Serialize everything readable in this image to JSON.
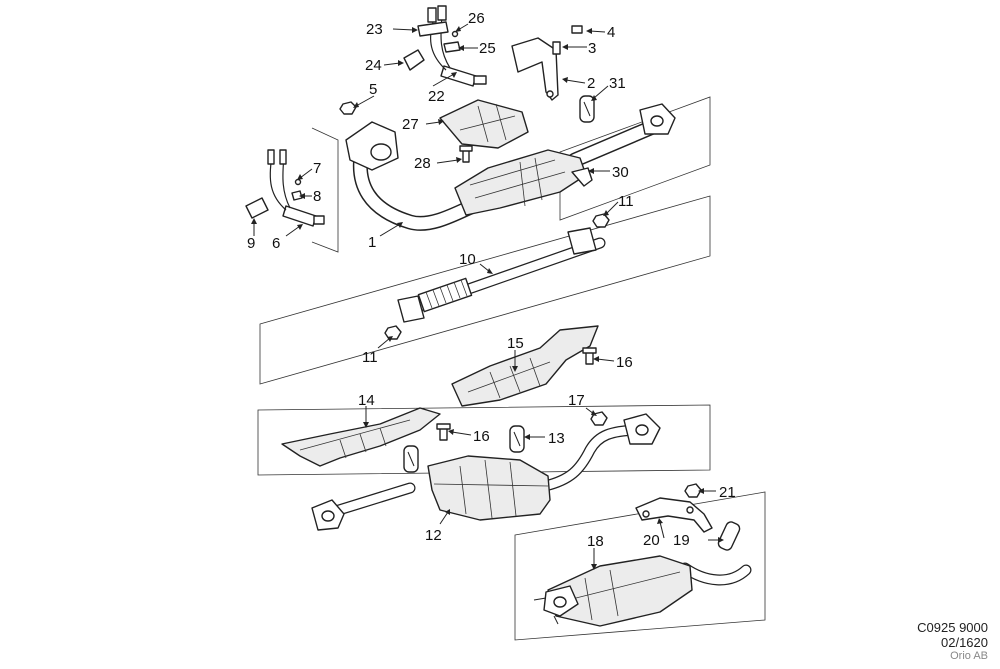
{
  "diagram": {
    "callouts": [
      "1",
      "2",
      "3",
      "4",
      "5",
      "6",
      "7",
      "8",
      "9",
      "10",
      "11",
      "11",
      "12",
      "13",
      "14",
      "15",
      "16",
      "16",
      "17",
      "18",
      "19",
      "20",
      "21",
      "22",
      "23",
      "24",
      "25",
      "26",
      "27",
      "28",
      "30",
      "31"
    ]
  },
  "footer": {
    "code": "C0925 9000",
    "date": "02/1620",
    "copyright": "Orio AB"
  }
}
